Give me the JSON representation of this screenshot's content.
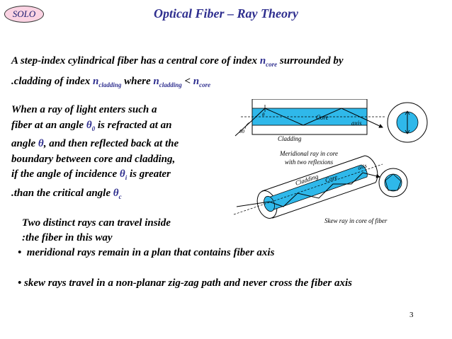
{
  "header": {
    "badge": "SOLO",
    "title": "Optical Fiber – Ray Theory"
  },
  "intro": {
    "l1_a": "A step-index cylindrical fiber has a central core of index ",
    "n": "n",
    "core": "core",
    "l1_b": " surrounded by",
    "l2_a": ".cladding of index ",
    "cladding": "cladding",
    "l2_b": " where ",
    "lt": " < "
  },
  "para2": {
    "l1": "When a ray of light enters such a",
    "l2_a": "fiber at an angle ",
    "theta": "θ",
    "sub0": "0",
    "l2_b": " is refracted at an",
    "l3_a": "angle ",
    "l3_b": ", and then reflected back at the",
    "l4": "boundary between core and cladding,",
    "l5_a": "if the angle of incidence ",
    "subi": "i",
    "l5_b": " is greater",
    "l6_a": ".than the critical angle ",
    "subc": "c"
  },
  "para3": {
    "l1": "Two distinct rays can travel inside",
    "l2": ":the fiber in this way"
  },
  "bullets": [
    "meridional rays remain in a plan that contains fiber axis",
    "skew rays travel in a non-planar zig-zag path and never cross the fiber axis"
  ],
  "diagram": {
    "core": "Core",
    "axis": "axis",
    "cladding": "Cladding",
    "theta0": "θ0",
    "theta": "θ",
    "caption1": "Meridional ray in core",
    "caption2": "with two reflexions",
    "skew_cladding": "Cladding",
    "skew_core": "Core",
    "skew_axis": "axis",
    "skew_caption": "Skew ray in core of fiber"
  },
  "page_number": "3",
  "colors": {
    "title": "#2f2f8f",
    "core": "#2fb8ea",
    "badge_fill": "#fbd3e3"
  }
}
